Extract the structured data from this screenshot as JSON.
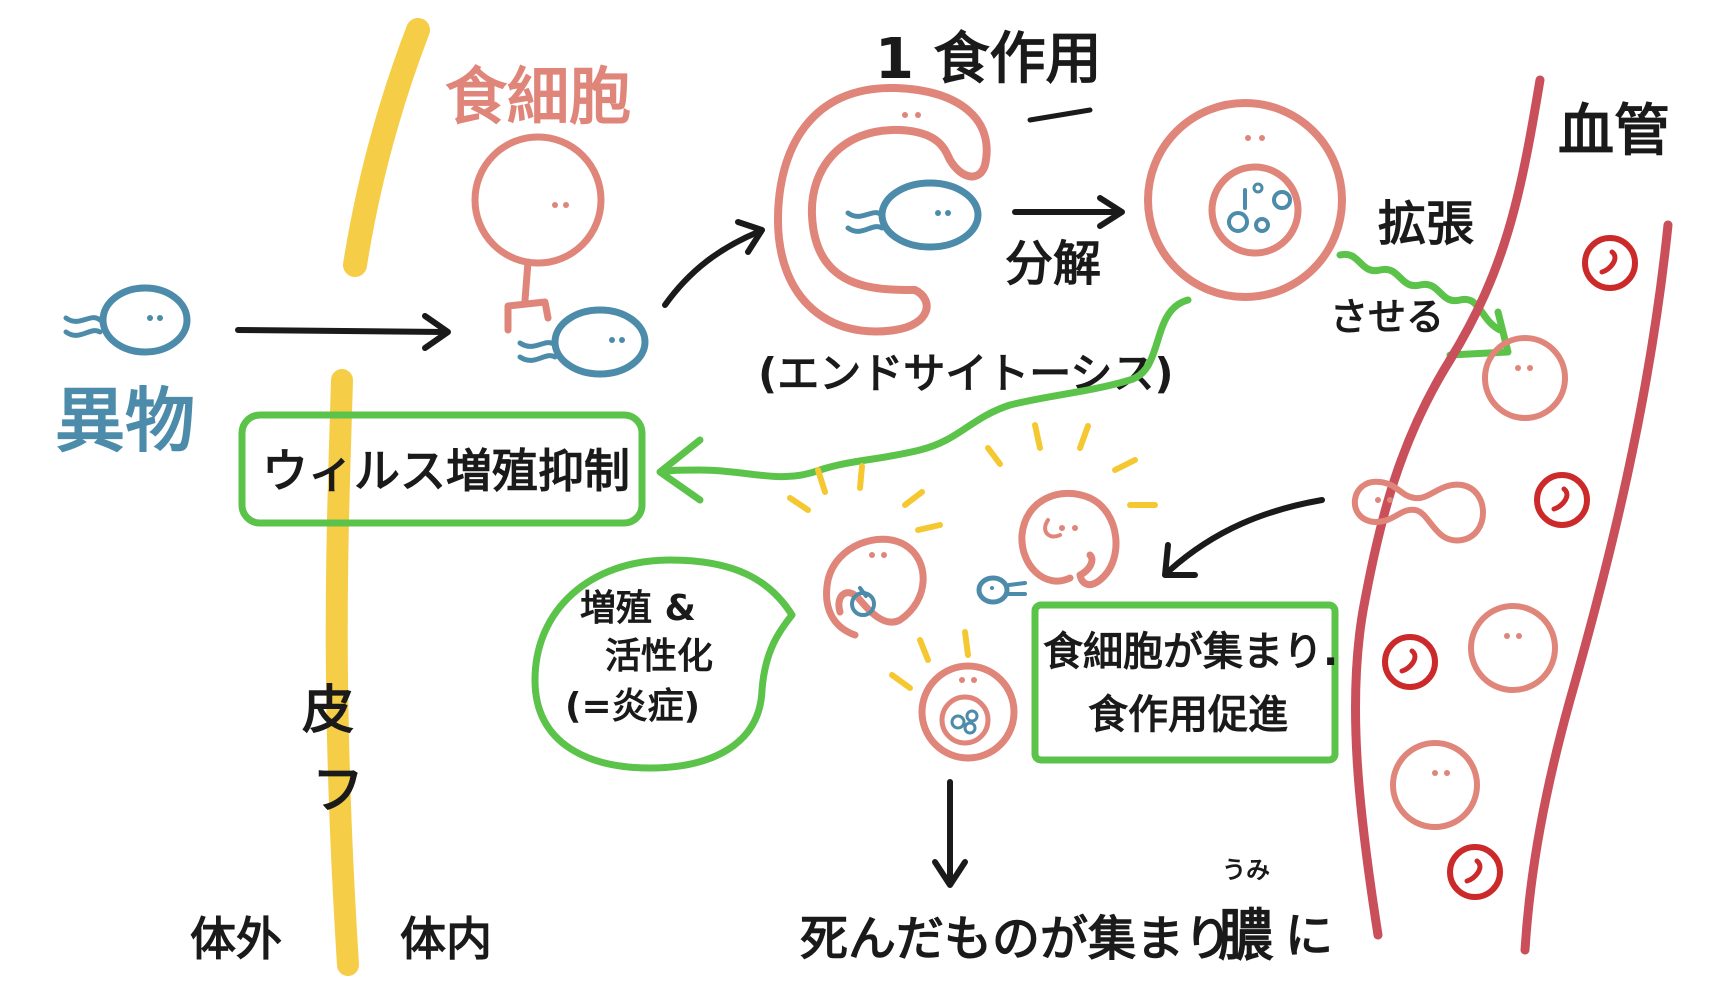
{
  "labels": {
    "foreign_body": "異物",
    "phagocyte": "食細胞",
    "step_phagocytosis": "1 食作用",
    "endocytosis": "(エンドサイトーシス)",
    "decompose": "分解",
    "dilate": "拡張",
    "dilate_cause": "させる",
    "blood_vessel": "血管",
    "virus_suppression": "ウィルス増殖抑制",
    "proliferation_line1": "増殖 &",
    "proliferation_line2": "活性化",
    "proliferation_line3": "(=炎症)",
    "gather_line1": "食細胞が集まり.",
    "gather_line2": "食作用促進",
    "skin_1": "皮",
    "skin_2": "フ",
    "outside_body": "体外",
    "inside_body": "体内",
    "pus_reading": "うみ",
    "pus_line": "死んだものが集まり",
    "pus_kanji": "膿",
    "pus_suffix": "に"
  },
  "colors": {
    "phagocyte": "#e0857a",
    "foreign_body": "#4d8bab",
    "green": "#5cc34a",
    "skin": "#f5c832",
    "vessel": "#c9505a",
    "rbc": "#cc2a2a",
    "ink": "#1a1a1a"
  }
}
